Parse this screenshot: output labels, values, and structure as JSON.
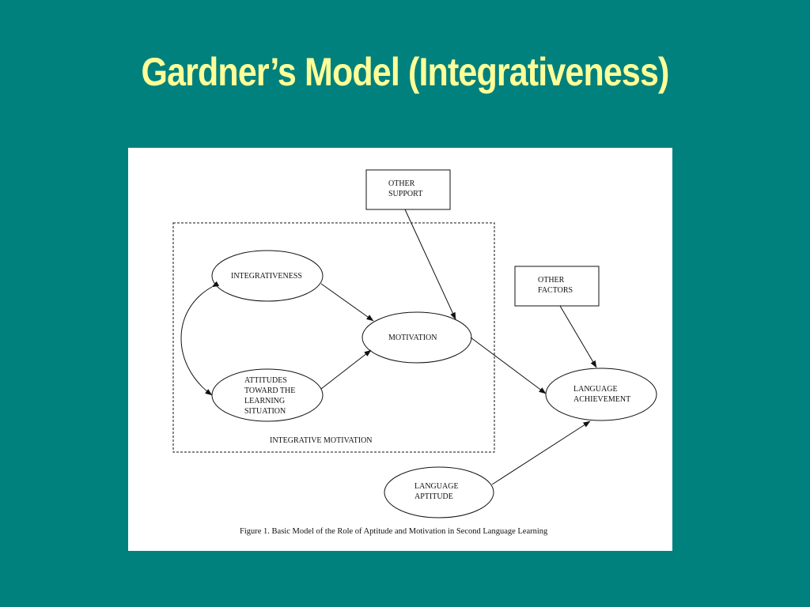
{
  "slide": {
    "title": "Gardner’s Model (Integrativeness)",
    "background_color": "#01817d",
    "title_color": "#ffff99"
  },
  "diagram": {
    "nodes": {
      "other_support": [
        "OTHER",
        "SUPPORT"
      ],
      "other_factors": [
        "OTHER",
        "FACTORS"
      ],
      "integrativeness": [
        "INTEGRATIVENESS"
      ],
      "motivation": [
        "MOTIVATION"
      ],
      "attitudes": [
        "ATTITUDES",
        "TOWARD THE",
        "LEARNING",
        "SITUATION"
      ],
      "language_achievement": [
        "LANGUAGE",
        "ACHIEVEMENT"
      ],
      "language_aptitude": [
        "LANGUAGE",
        "APTITUDE"
      ]
    },
    "group_label": "INTEGRATIVE MOTIVATION",
    "caption": "Figure 1.  Basic Model of the Role of Aptitude and Motivation in Second Language Learning",
    "edges": [
      {
        "from": "other_support",
        "to": "motivation"
      },
      {
        "from": "integrativeness",
        "to": "motivation"
      },
      {
        "from": "attitudes",
        "to": "motivation"
      },
      {
        "from": "integrativeness",
        "to": "attitudes",
        "type": "bidirectional"
      },
      {
        "from": "motivation",
        "to": "language_achievement"
      },
      {
        "from": "other_factors",
        "to": "language_achievement"
      },
      {
        "from": "language_aptitude",
        "to": "language_achievement"
      }
    ]
  }
}
